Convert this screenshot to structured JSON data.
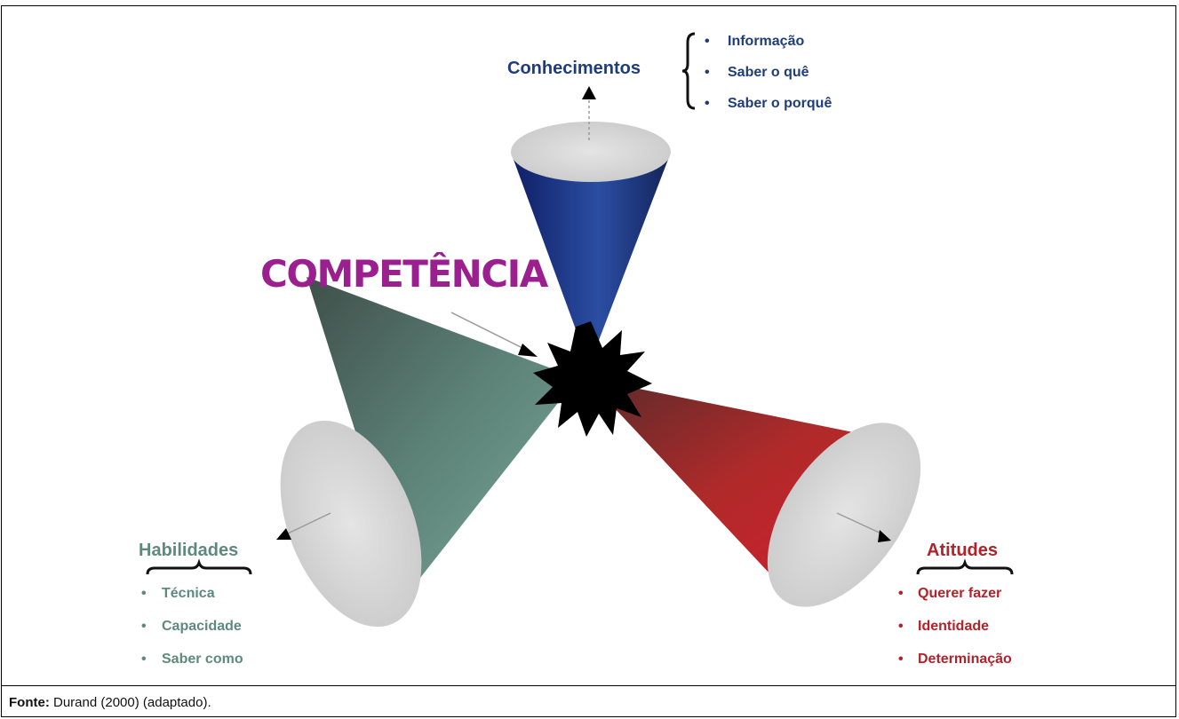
{
  "title": "COMPETÊNCIA",
  "conhecimentos": {
    "heading": "Conhecimentos",
    "items": [
      "Informação",
      "Saber o quê",
      "Saber o porquê"
    ]
  },
  "habilidades": {
    "heading": "Habilidades",
    "items": [
      "Técnica",
      "Capacidade",
      "Saber como"
    ]
  },
  "atitudes": {
    "heading": "Atitudes",
    "items": [
      "Querer fazer",
      "Identidade",
      "Determinação"
    ]
  },
  "source": {
    "label": "Fonte:",
    "text": "Durand (2000) (adaptado)."
  },
  "colors": {
    "conhecimentos": "#1f3d7a",
    "habilidades": "#5e8a7e",
    "atitudes": "#b0232b",
    "competencia": "#9b1f8f",
    "bullet": "•"
  }
}
